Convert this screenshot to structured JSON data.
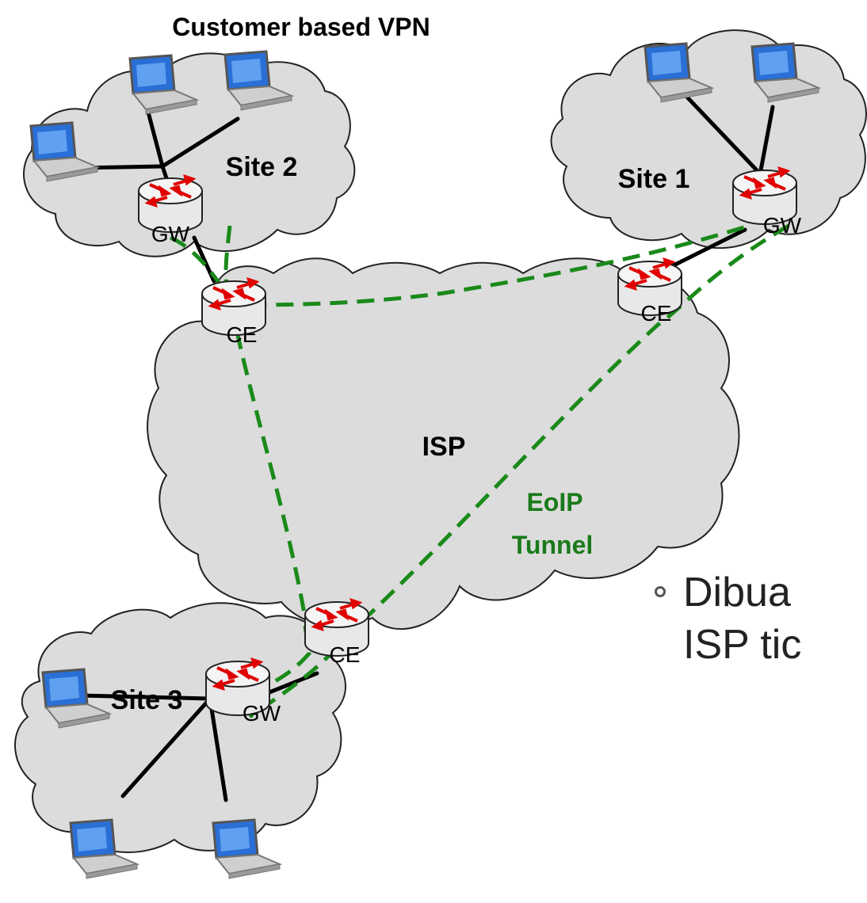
{
  "title": "Customer based VPN",
  "sites": {
    "site1": "Site 1",
    "site2": "Site 2",
    "site3": "Site 3"
  },
  "isp_label": "ISP",
  "tunnel_label": [
    "EoIP",
    "Tunnel"
  ],
  "device_labels": {
    "gateway": "GW",
    "edge": "CE"
  },
  "bullet": {
    "line1": "Dibua",
    "line2": "ISP tic"
  },
  "colors": {
    "tunnel": "#1a8a1a",
    "tunnel_text": "#1a7a1a",
    "cloud_fill": "#dcdcdc",
    "cloud_stroke": "#222222",
    "router_arrow": "#e00000"
  },
  "icons": [
    "laptop-icon",
    "router-icon",
    "cloud-icon"
  ]
}
